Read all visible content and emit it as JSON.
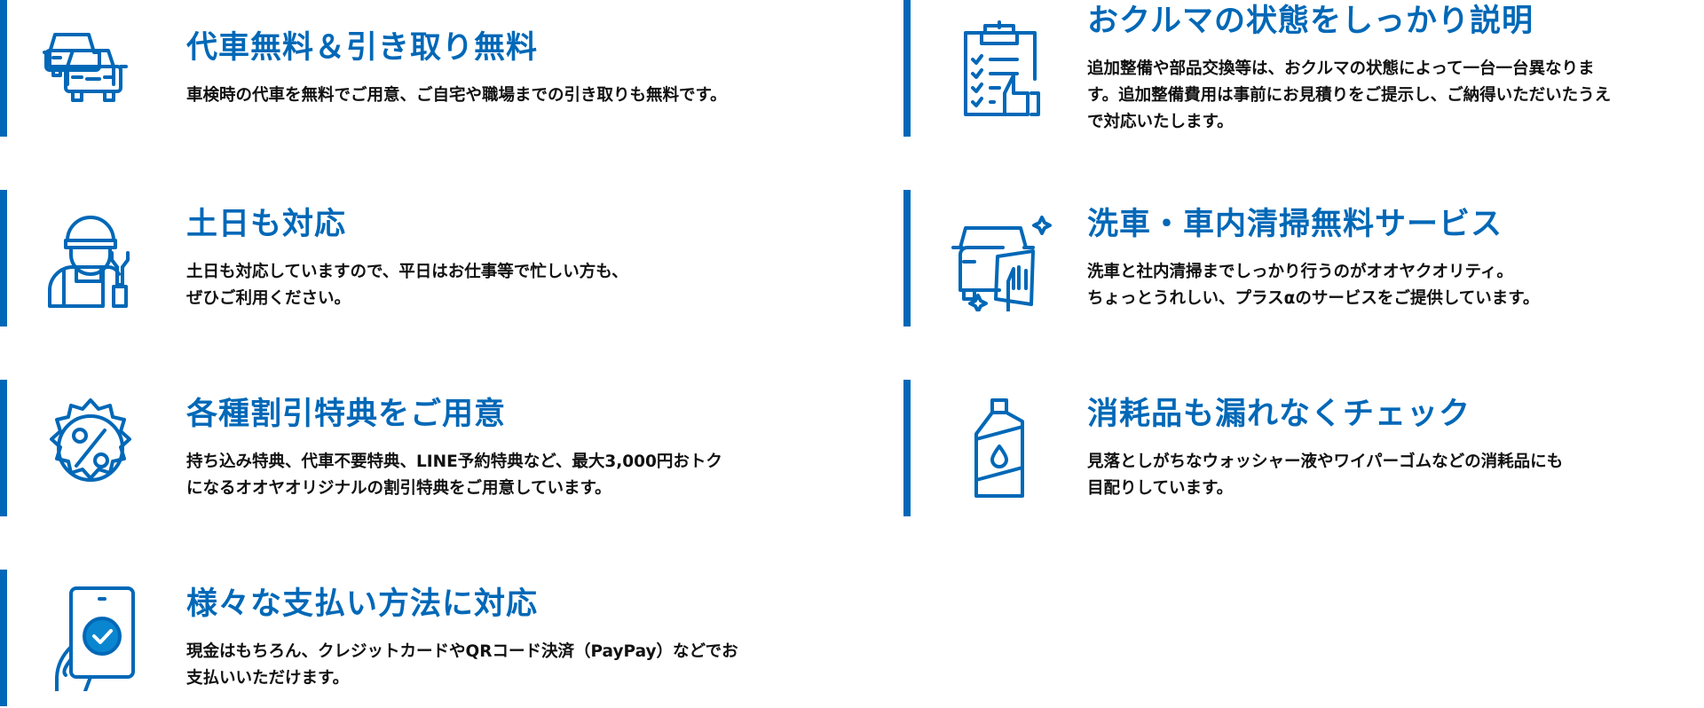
{
  "theme": {
    "accent": "#0068b7"
  },
  "features": [
    {
      "title": "代車無料＆引き取り無料",
      "icon": "cars-icon",
      "lines": [
        "車検時の代車を無料でご用意、ご自宅や職場までの引き取りも無料です。"
      ]
    },
    {
      "title": "土日も対応",
      "icon": "mechanic-icon",
      "lines": [
        "土日も対応していますので、平日はお仕事等で忙しい方も、",
        "ぜひご利用ください。"
      ]
    },
    {
      "title": "各種割引特典をご用意",
      "icon": "discount-badge-icon",
      "lines": [
        "持ち込み特典、代車不要特典、LINE予約特典など、最大3,000円おトク",
        "になるオオヤオリジナルの割引特典をご用意しています。"
      ]
    },
    {
      "title": "様々な支払い方法に対応",
      "icon": "smartphone-payment-icon",
      "lines": [
        "現金はもちろん、クレジットカードやQRコード決済（PayPay）などでお",
        "支払いいただけます。"
      ]
    },
    {
      "title": "おクルマの状態をしっかり説明",
      "icon": "checklist-icon",
      "lines": [
        "追加整備や部品交換等は、おクルマの状態によって一台一台異なりま",
        "す。追加整備費用は事前にお見積りをご提示し、ご納得いただいたうえ",
        "で対応いたします。"
      ]
    },
    {
      "title": "洗車・車内清掃無料サービス",
      "icon": "car-wash-icon",
      "lines": [
        "洗車と社内清掃までしっかり行うのがオオヤクオリティ。",
        "ちょっとうれしい、プラスαのサービスをご提供しています。"
      ]
    },
    {
      "title": "消耗品も漏れなくチェック",
      "icon": "fluid-bottle-icon",
      "lines": [
        "見落としがちなウォッシャー液やワイパーゴムなどの消耗品にも",
        "目配りしています。"
      ]
    }
  ]
}
